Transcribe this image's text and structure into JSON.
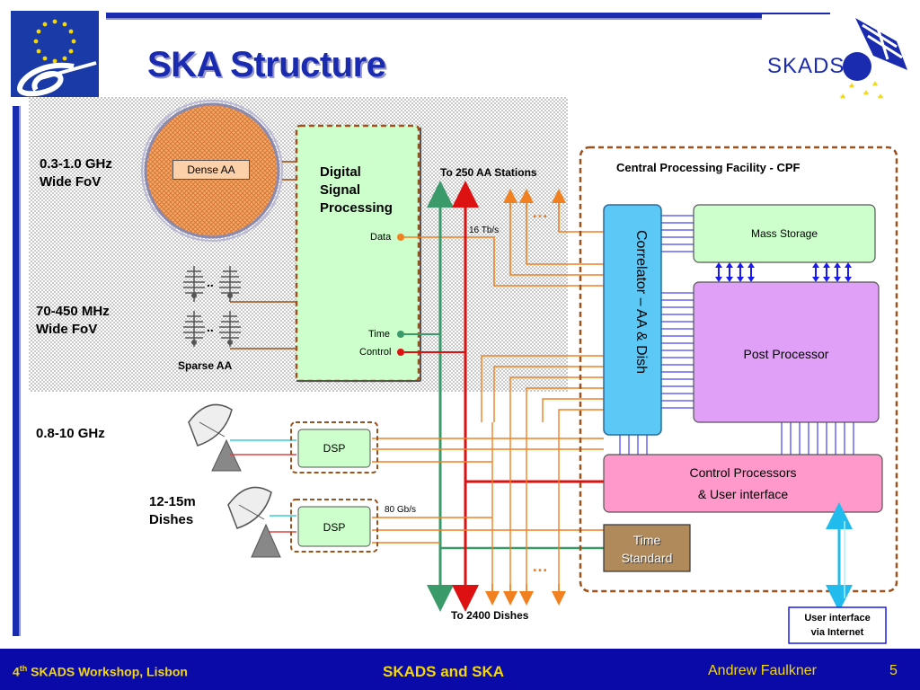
{
  "title": "SKA Structure",
  "logos": {
    "skads": "SKADS"
  },
  "labels": {
    "band1_freq": "0.3-1.0 GHz",
    "band1_fov": "Wide FoV",
    "band2_freq": "70-450 MHz",
    "band2_fov": "Wide FoV",
    "band3_freq": "0.8-10 GHz",
    "dishes_line1": "12-15m",
    "dishes_line2": "Dishes",
    "dense_aa": "Dense AA",
    "sparse_aa": "Sparse AA",
    "sparse_dots": "..",
    "dsp_line1": "Digital",
    "dsp_line2": "Signal",
    "dsp_line3": "Processing",
    "port_data": "Data",
    "port_time": "Time",
    "port_control": "Control",
    "to_aa_stations": "To 250 AA Stations",
    "rate_16tbs": "16 Tb/s",
    "rate_80gbs": "80 Gb/s",
    "to_dishes": "To 2400 Dishes",
    "ellipsis": "…",
    "cpf_title": "Central Processing Facility - CPF",
    "correlator": "Correlator – AA & Dish",
    "mass_storage": "Mass Storage",
    "post_processor": "Post Processor",
    "control_line1": "Control Processors",
    "control_line2": "& User interface",
    "time_line1": "Time",
    "time_line2": "Standard",
    "dsp_small": "DSP",
    "user_if_line1": "User interface",
    "user_if_line2": "via Internet"
  },
  "footer": {
    "workshop_num": "4",
    "workshop_sup": "th",
    "workshop_text": " SKADS Workshop, Lisbon",
    "center": "SKADS and SKA",
    "author": "Andrew Faulkner",
    "page": "5"
  },
  "colors": {
    "accent_blue": "#0a0aa8",
    "footer_yellow": "#f5d800",
    "dsp_green": "#ccffcc",
    "correlator_blue": "#5bc8f5",
    "post_purple": "#e0a0f8",
    "control_pink": "#ff99cc",
    "time_brown": "#b08a5a",
    "orange": "#f08020",
    "green_line": "#3a9a6a",
    "red_line": "#dd1111",
    "navy_line": "#1a1a8c"
  }
}
